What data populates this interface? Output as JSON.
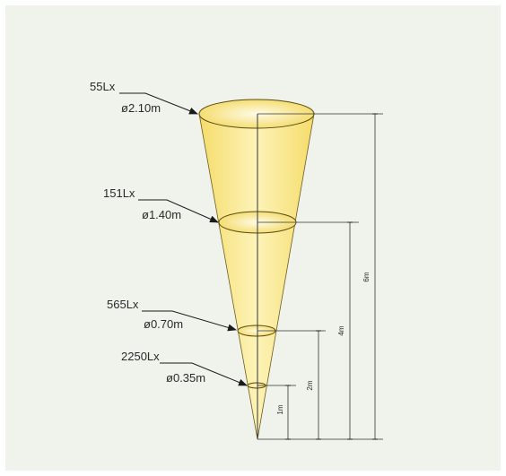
{
  "levels": [
    {
      "lux": "55Lx",
      "diameter": "ø2.10m"
    },
    {
      "lux": "151Lx",
      "diameter": "ø1.40m"
    },
    {
      "lux": "565Lx",
      "diameter": "ø0.70m"
    },
    {
      "lux": "2250Lx",
      "diameter": "ø0.35m"
    }
  ],
  "distances": [
    "6m",
    "4m",
    "2m",
    "1m"
  ],
  "colors": {
    "beam": "#f7e27a",
    "beam_light": "#fdf6cc",
    "panel": "#f0f2ec",
    "line": "#333333"
  }
}
